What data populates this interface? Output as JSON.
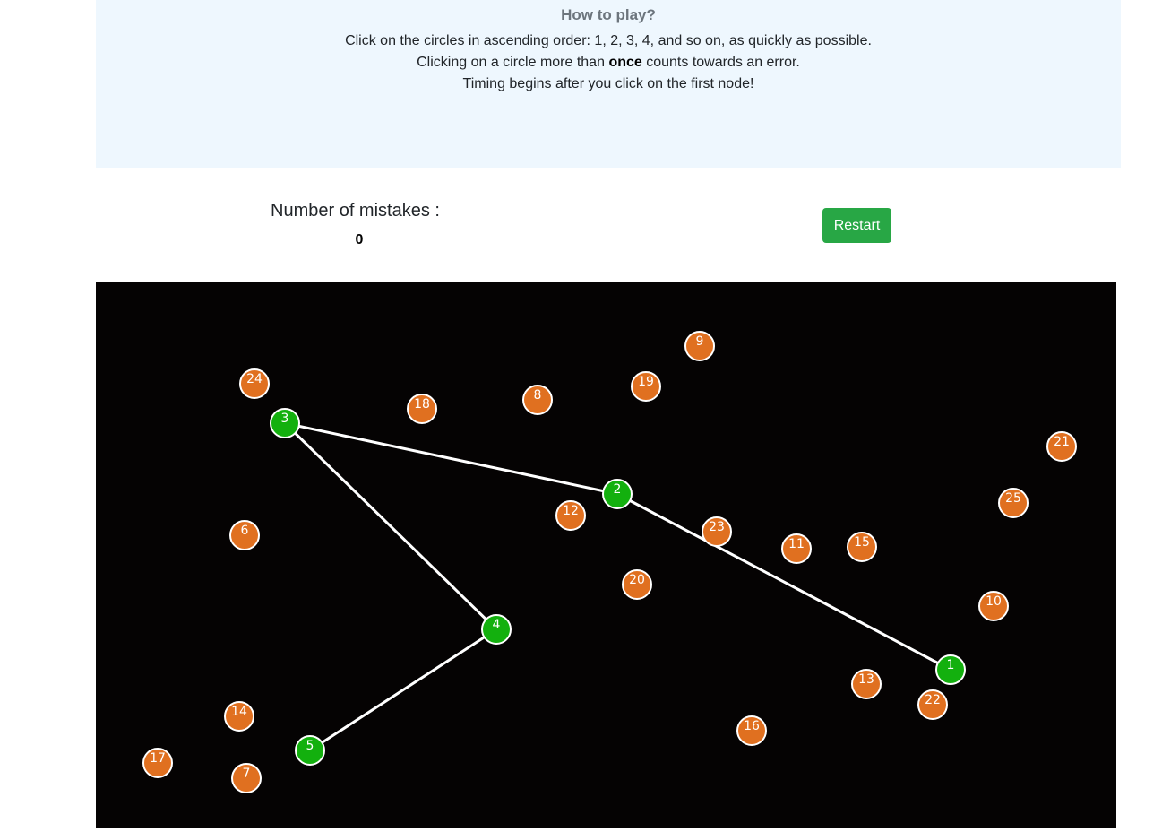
{
  "instructions": {
    "title": "How to play?",
    "line1": "Click on the circles in ascending order: 1, 2, 3, 4, and so on, as quickly as possible.",
    "line2_prefix": "Clicking on a circle more than",
    "line2_bold": "once",
    "line2_suffix": "counts towards an error.",
    "line3": "Timing begins after you click on the first node!"
  },
  "score": {
    "mistakes_label": "Number of mistakes :",
    "mistakes_count": "0"
  },
  "controls": {
    "restart_label": "Restart"
  },
  "colors": {
    "pending_node": "#e07020",
    "completed_node": "#13b00e",
    "node_stroke": "#ffffff",
    "path_line": "#ffffff",
    "board_background": "#050303",
    "restart_button": "#28a745"
  },
  "game": {
    "completed_path": [
      1,
      2,
      3,
      4,
      5
    ],
    "nodes": [
      {
        "label": "1",
        "state": "completed"
      },
      {
        "label": "2",
        "state": "completed"
      },
      {
        "label": "3",
        "state": "completed"
      },
      {
        "label": "4",
        "state": "completed"
      },
      {
        "label": "5",
        "state": "completed"
      },
      {
        "label": "6",
        "state": "pending"
      },
      {
        "label": "7",
        "state": "pending"
      },
      {
        "label": "8",
        "state": "pending"
      },
      {
        "label": "9",
        "state": "pending"
      },
      {
        "label": "10",
        "state": "pending"
      },
      {
        "label": "11",
        "state": "pending"
      },
      {
        "label": "12",
        "state": "pending"
      },
      {
        "label": "13",
        "state": "pending"
      },
      {
        "label": "14",
        "state": "pending"
      },
      {
        "label": "15",
        "state": "pending"
      },
      {
        "label": "16",
        "state": "pending"
      },
      {
        "label": "17",
        "state": "pending"
      },
      {
        "label": "18",
        "state": "pending"
      },
      {
        "label": "19",
        "state": "pending"
      },
      {
        "label": "20",
        "state": "pending"
      },
      {
        "label": "21",
        "state": "pending"
      },
      {
        "label": "22",
        "state": "pending"
      },
      {
        "label": "23",
        "state": "pending"
      },
      {
        "label": "24",
        "state": "pending"
      },
      {
        "label": "25",
        "state": "pending"
      }
    ]
  }
}
